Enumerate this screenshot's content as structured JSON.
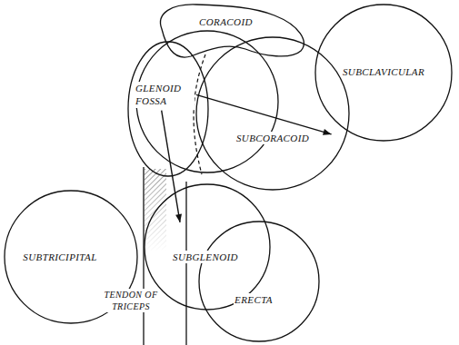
{
  "diagram": {
    "nodes": [
      {
        "text": [
          "CORACOID"
        ]
      },
      {
        "text": [
          "GLENOID FOSSA"
        ]
      },
      {
        "text": [
          "SUBCLAVICULAR"
        ]
      },
      {
        "text": [
          "SUBCORACOID"
        ]
      },
      {
        "text": [
          "SUBTRICIPITAL"
        ]
      },
      {
        "text": [
          "SUBGLENOID"
        ]
      },
      {
        "text": [
          "ERECTA"
        ]
      }
    ],
    "edges": [
      {
        "from": 1,
        "to": 3,
        "arrow": "to"
      },
      {
        "from": 1,
        "to": 5,
        "arrow": "to"
      }
    ],
    "labels": [
      "TENDON OF TRICEPS"
    ]
  }
}
